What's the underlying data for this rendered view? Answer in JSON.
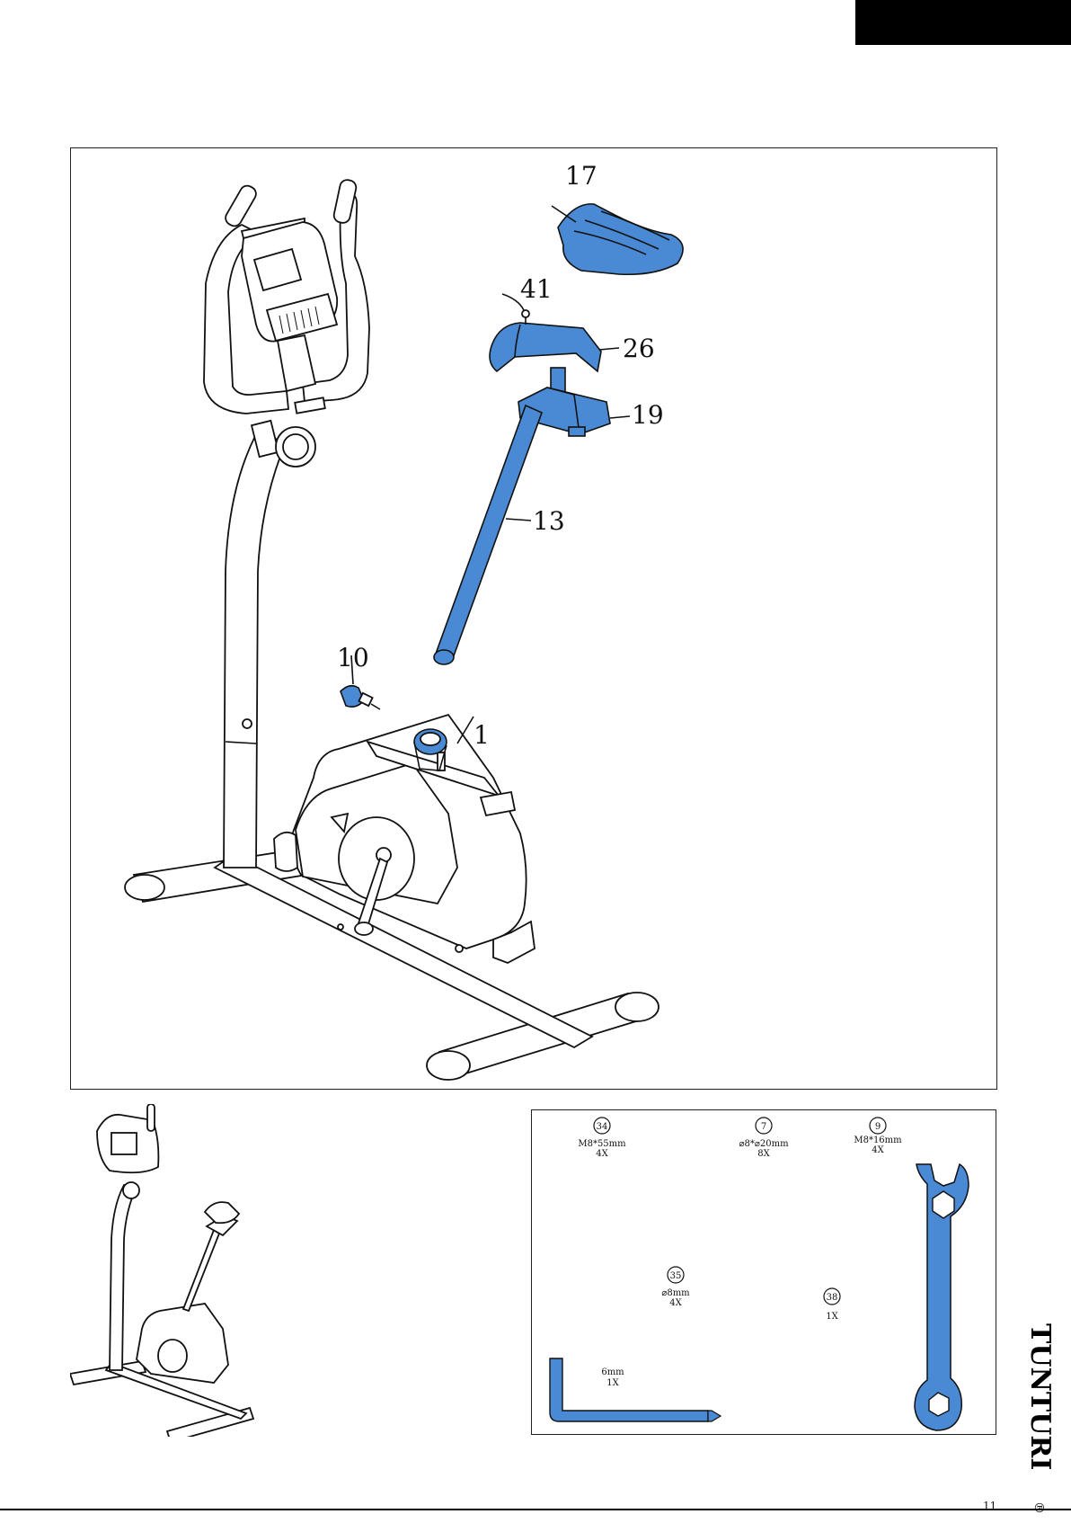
{
  "colors": {
    "part_blue": "#4a8ad4",
    "ink": "#111111",
    "tab": "#000000"
  },
  "callouts": {
    "c17": "17",
    "c41": "41",
    "c26": "26",
    "c19": "19",
    "c13": "13",
    "c10": "10",
    "c1": "1"
  },
  "hardware": {
    "h34": {
      "num": "34",
      "spec": "M8*55mm",
      "qty": "4X"
    },
    "h7": {
      "num": "7",
      "spec": "⌀8*⌀20mm",
      "qty": "8X"
    },
    "h9": {
      "num": "9",
      "spec": "M8*16mm",
      "qty": "4X"
    },
    "h35": {
      "num": "35",
      "spec": "⌀8mm",
      "qty": "4X"
    },
    "h38": {
      "num": "38",
      "spec": "",
      "qty": "1X"
    },
    "allen": {
      "spec": "6mm",
      "qty": "1X"
    }
  },
  "brand": {
    "name": "TUNTURI",
    "mark": "®"
  },
  "page": {
    "number": "11"
  }
}
